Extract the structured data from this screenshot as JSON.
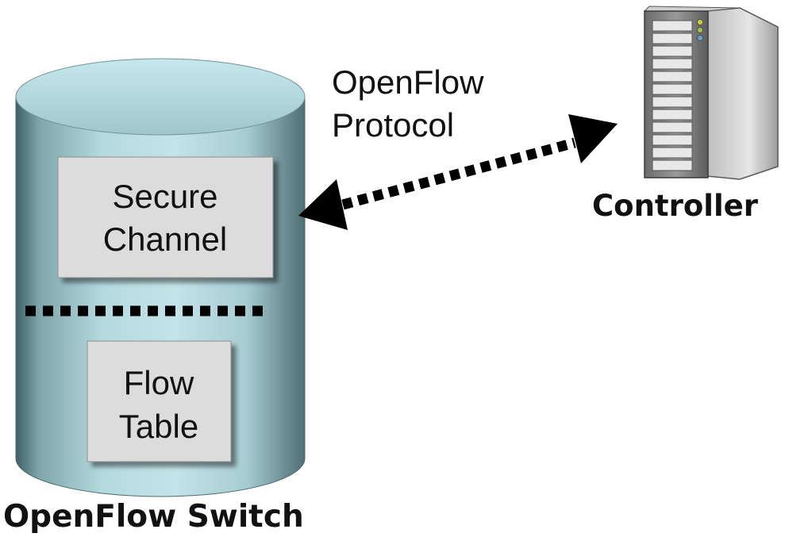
{
  "switch": {
    "label": "OpenFlow Switch",
    "secure_channel": {
      "line1": "Secure",
      "line2": "Channel"
    },
    "flow_table": {
      "line1": "Flow",
      "line2": "Table"
    }
  },
  "protocol": {
    "line1": "OpenFlow",
    "line2": "Protocol"
  },
  "controller": {
    "label": "Controller",
    "icon": "server-tower-icon"
  },
  "colors": {
    "cylinder_top": "#b9dfe5",
    "cylinder_body": "#a7cdd3",
    "box_fill": "#dcdcdc",
    "arrow": "#000000",
    "server_body": "#7a7a7a"
  }
}
